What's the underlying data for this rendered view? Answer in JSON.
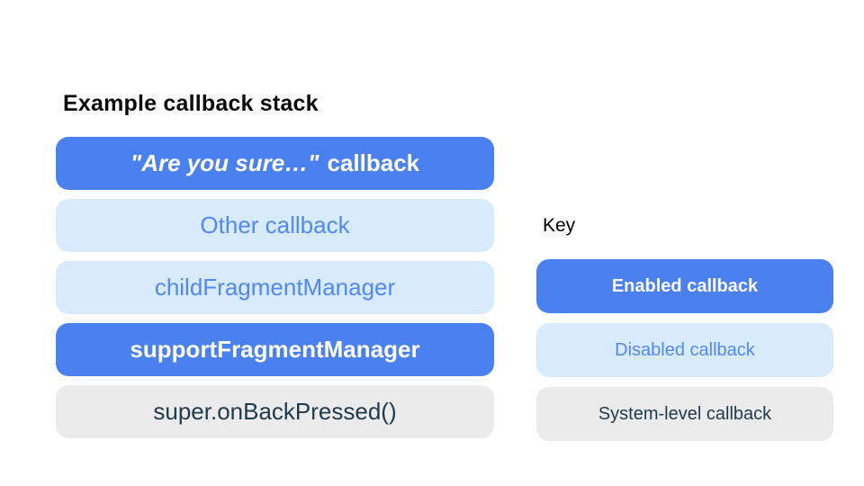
{
  "colors": {
    "background": "#ffffff",
    "enabled_bg": "#4a81ef",
    "enabled_text": "#ffffff",
    "disabled_bg": "#d8ebfc",
    "disabled_text": "#5289f1",
    "system_bg": "#ebebeb",
    "system_text": "#1f3a4c",
    "title_text": "#0a0a0a",
    "key_title_text": "#000000"
  },
  "stack": {
    "title": "Example callback stack",
    "items": [
      {
        "label_italic": "\"Are you sure…\"",
        "label_rest": "callback",
        "type": "enabled"
      },
      {
        "label": "Other callback",
        "type": "disabled"
      },
      {
        "label": "childFragmentManager",
        "type": "disabled"
      },
      {
        "label": "supportFragmentManager",
        "type": "enabled"
      },
      {
        "label": "super.onBackPressed()",
        "type": "system"
      }
    ]
  },
  "key": {
    "title": "Key",
    "items": [
      {
        "label": "Enabled callback",
        "type": "enabled"
      },
      {
        "label": "Disabled callback",
        "type": "disabled"
      },
      {
        "label": "System-level callback",
        "type": "system"
      }
    ]
  }
}
